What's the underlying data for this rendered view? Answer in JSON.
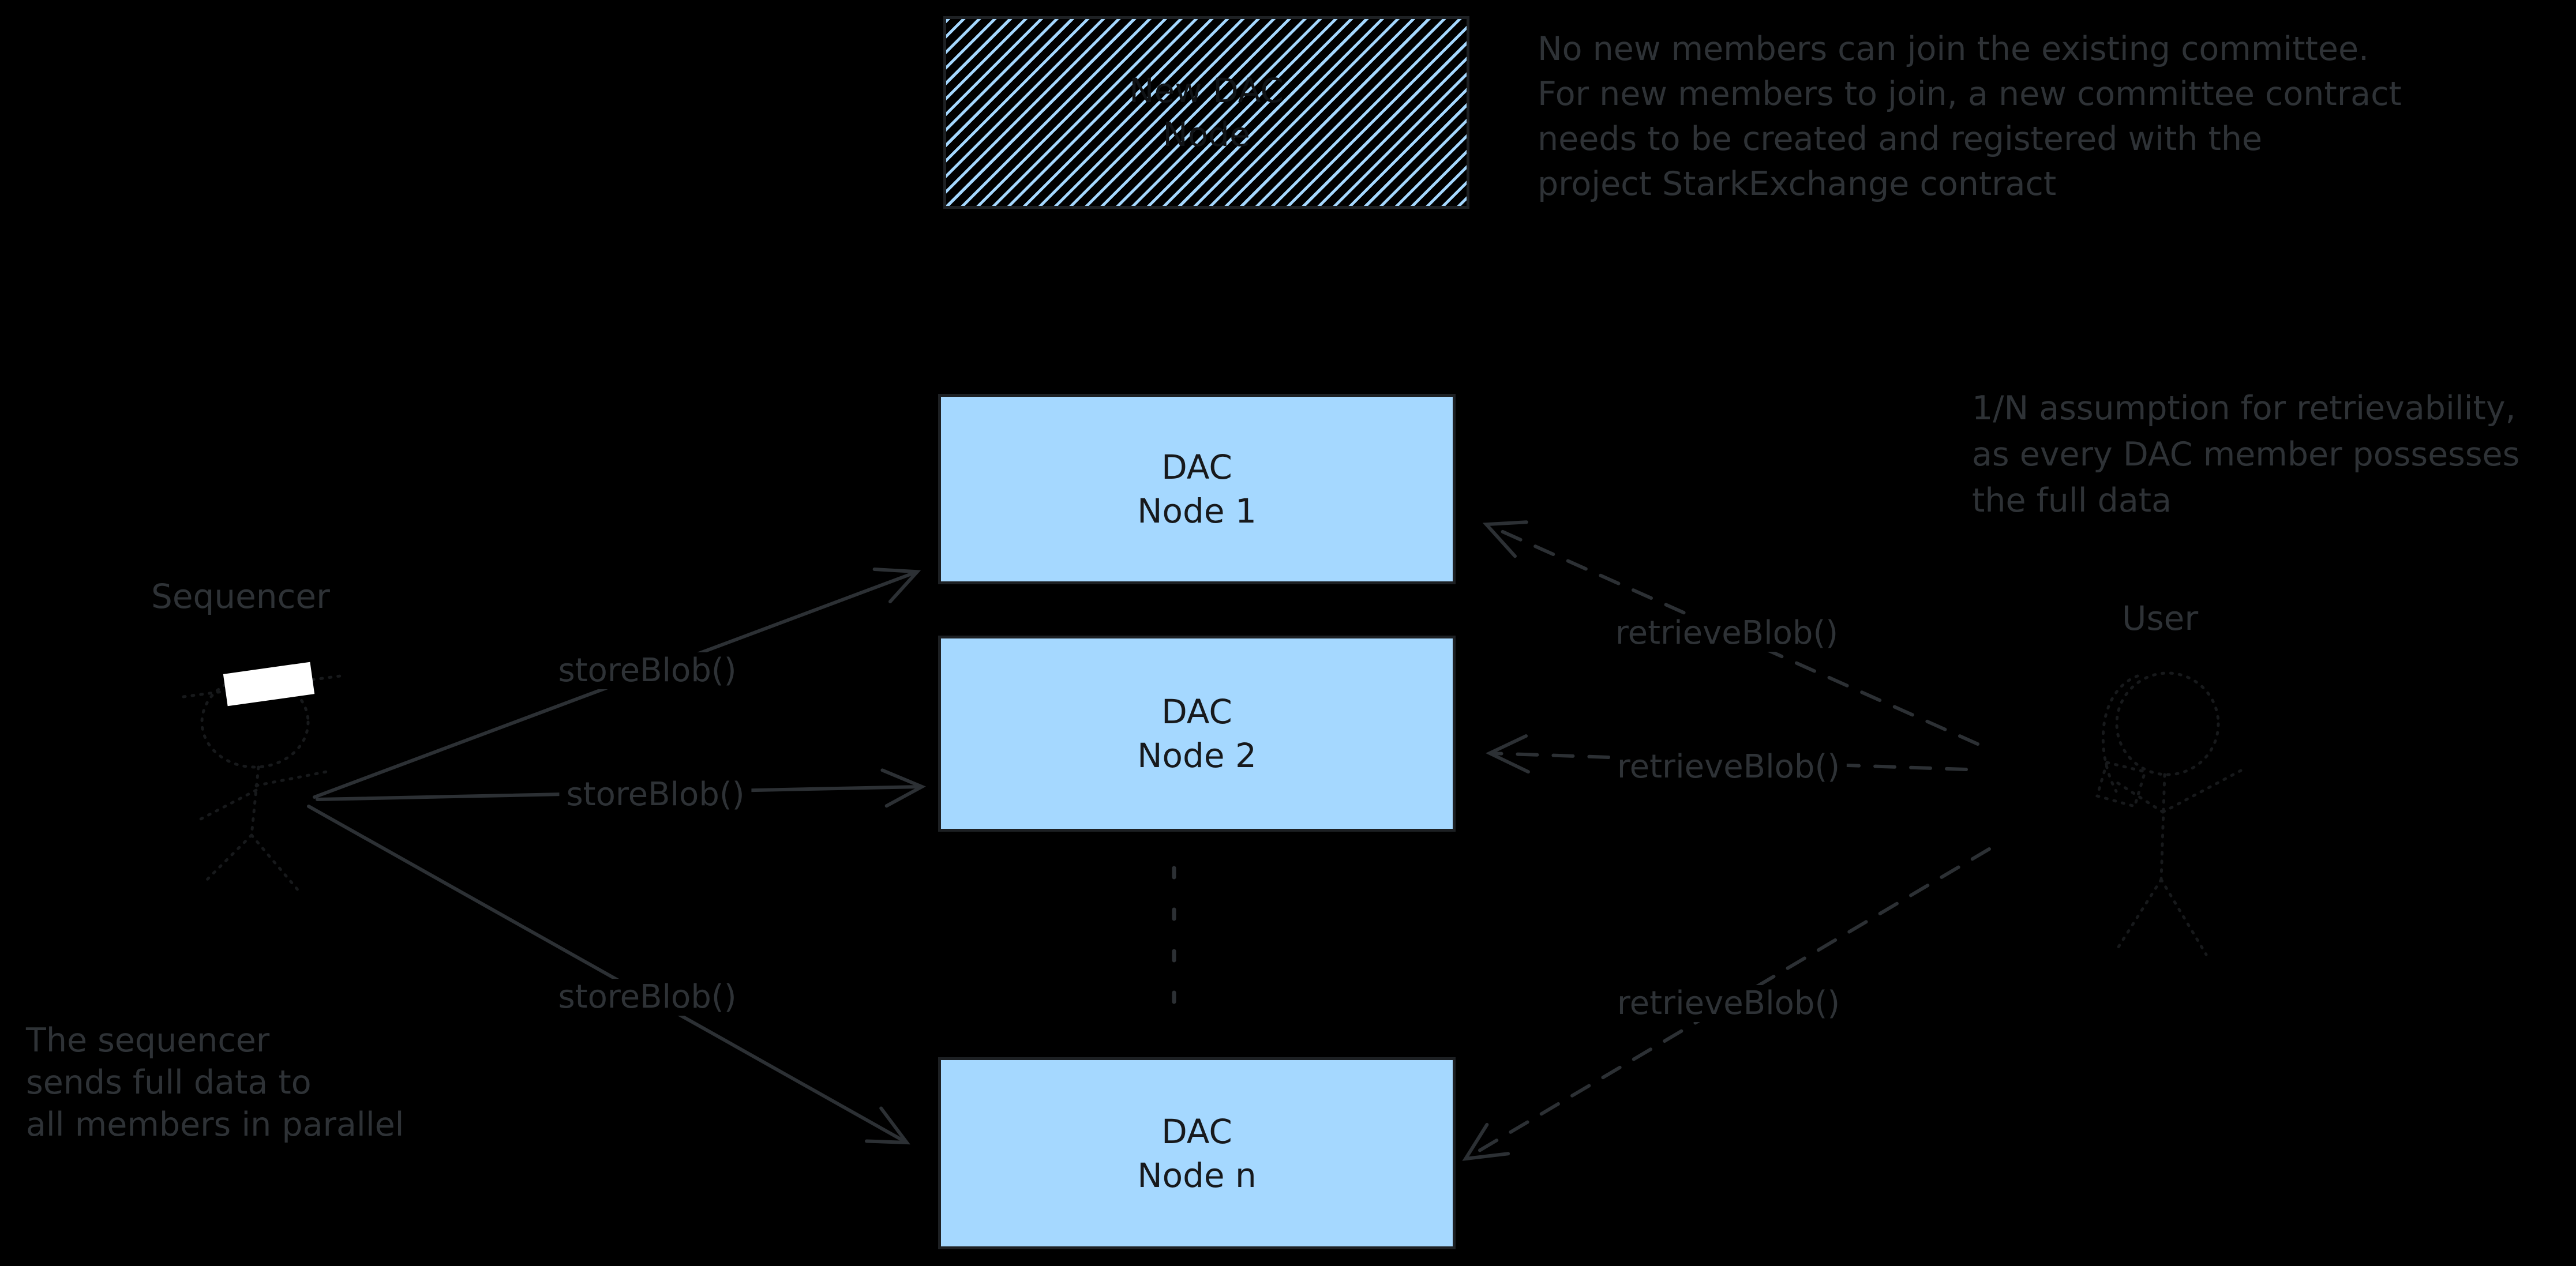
{
  "colors": {
    "background": "#000000",
    "box_fill": "#a5d8ff",
    "box_border": "#1d2023",
    "box_text": "#17191c",
    "annotation_text": "#2e3236",
    "arrow_stroke": "#2c3034",
    "faint_figure_stroke": "#17191b",
    "visor_white": "#ffffff"
  },
  "nodes": {
    "new_dac": {
      "line1": "New DAC",
      "line2": "Node"
    },
    "node1": {
      "line1": "DAC",
      "line2": "Node 1"
    },
    "node2": {
      "line1": "DAC",
      "line2": "Node 2"
    },
    "node_n": {
      "line1": "DAC",
      "line2": "Node n"
    }
  },
  "actors": {
    "sequencer": "Sequencer",
    "user": "User"
  },
  "edges": {
    "store": [
      {
        "label": "storeBlob()"
      },
      {
        "label": "storeBlob()"
      },
      {
        "label": "storeBlob()"
      }
    ],
    "retrieve": [
      {
        "label": "retrieveBlob()"
      },
      {
        "label": "retrieveBlob()"
      },
      {
        "label": "retrieveBlob()"
      }
    ]
  },
  "committee_note": {
    "lines": [
      "No new members can join the existing committee.",
      "For new members to join, a new committee contract",
      "needs to be created and registered with the",
      "project StarkExchange contract"
    ]
  },
  "retrievability_note": {
    "lines": [
      "1/N assumption for retrievability,",
      "as every DAC member possesses",
      "the full data"
    ]
  },
  "sequencer_note": {
    "lines": [
      "The sequencer",
      "sends full data to",
      "all members in parallel"
    ]
  }
}
